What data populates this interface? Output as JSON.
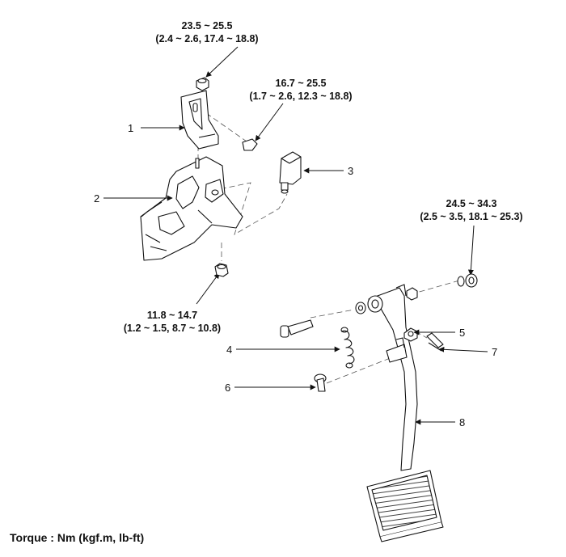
{
  "torques": {
    "t1_main": "23.5 ~ 25.5",
    "t1_sub": "(2.4 ~ 2.6, 17.4 ~ 18.8)",
    "t2_main": "16.7 ~ 25.5",
    "t2_sub": "(1.7 ~ 2.6, 12.3 ~ 18.8)",
    "t3_main": "24.5 ~ 34.3",
    "t3_sub": "(2.5 ~ 3.5, 18.1 ~ 25.3)",
    "t4_main": "11.8 ~ 14.7",
    "t4_sub": "(1.2 ~ 1.5, 8.7 ~ 10.8)"
  },
  "callouts": [
    "1",
    "2",
    "3",
    "4",
    "5",
    "6",
    "7",
    "8"
  ],
  "footer": "Torque : Nm (kgf.m, lb-ft)"
}
